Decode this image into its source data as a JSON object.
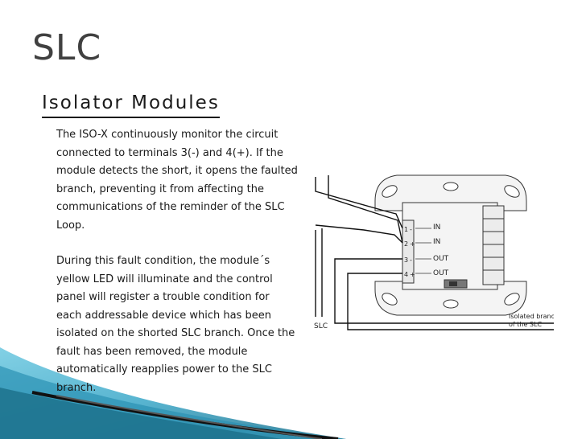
{
  "slide": {
    "title": "SLC",
    "heading": "Isolator Modules",
    "paragraphs": [
      "The ISO-X continuously monitor the circuit connected to terminals 3(-) and 4(+). If the module detects the short, it opens the faulted branch, preventing it from affecting the communications of the reminder of the SLC Loop.",
      "During this fault condition, the module´s yellow LED will illuminate and the control panel will register a trouble condition for each addressable device which has been isolated on the shorted SLC branch. Once the fault has been removed, the module automatically reapplies power to the SLC branch."
    ]
  },
  "diagram": {
    "terminals": [
      {
        "number": "1",
        "sign": "-",
        "label": "IN"
      },
      {
        "number": "2",
        "sign": "+",
        "label": "IN"
      },
      {
        "number": "3",
        "sign": "-",
        "label": "OUT"
      },
      {
        "number": "4",
        "sign": "+",
        "label": "OUT"
      }
    ],
    "slc_label": "SLC",
    "isolated_label_line1": "Isolated branch",
    "isolated_label_line2": "of the SLC"
  },
  "colors": {
    "accent_teal": "#3aa7c8",
    "accent_dark": "#1c6f8a",
    "title_gray": "#404040"
  }
}
